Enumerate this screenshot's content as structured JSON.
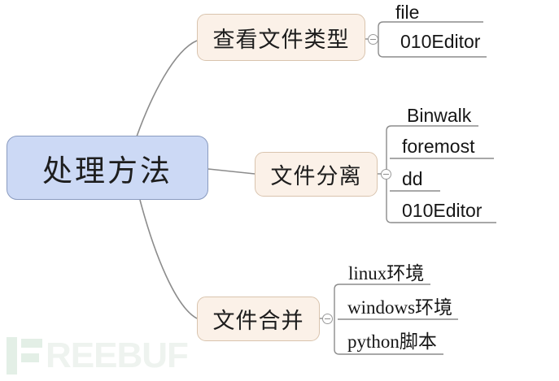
{
  "diagram": {
    "type": "mindmap",
    "background_color": "#ffffff",
    "root": {
      "label": "处理方法",
      "fill_color": "#ccd9f5",
      "border_color": "#8a9bbf"
    },
    "branch_fill_color": "#fbf1e8",
    "branch_border_color": "#d9c4ae",
    "edge_color": "#8c8c8c",
    "branches": [
      {
        "label": "查看文件类型",
        "children": [
          "file",
          "010Editor"
        ]
      },
      {
        "label": "文件分离",
        "children": [
          "Binwalk",
          "foremost",
          "dd",
          "010Editor"
        ]
      },
      {
        "label": "文件合并",
        "children": [
          "linux环境",
          "windows环境",
          "python脚本"
        ]
      }
    ]
  },
  "watermark": {
    "text": "REEBUF",
    "color": "#eef3ef"
  }
}
